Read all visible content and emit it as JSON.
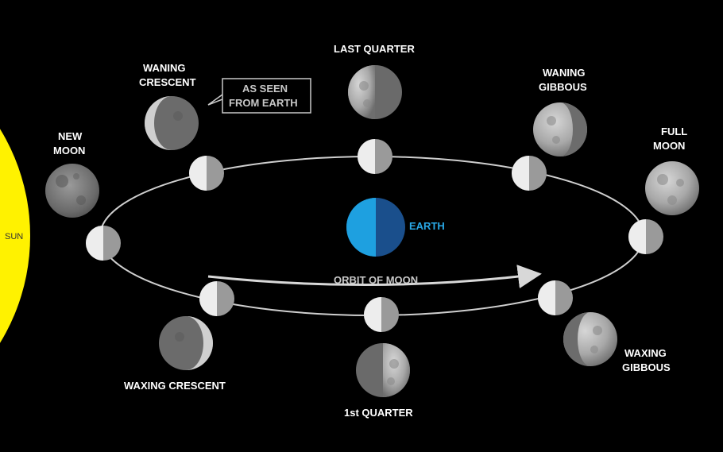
{
  "colors": {
    "background": "#000000",
    "sun": "#fff200",
    "earth_light": "#1ea0e0",
    "earth_dark": "#1a4f8c",
    "earth_label": "#29a8e6",
    "moon_lit": "#ededed",
    "moon_dark": "#9a9a9a",
    "moon_surface": "#a9a9a9",
    "orbit": "#d0d0d0"
  },
  "sun": {
    "label": "SUN"
  },
  "earth": {
    "label": "EARTH"
  },
  "orbit": {
    "label": "ORBIT OF MOON"
  },
  "callout": {
    "line1": "AS SEEN",
    "line2": "FROM EARTH"
  },
  "phases": {
    "new_moon": {
      "line1": "NEW",
      "line2": "MOON"
    },
    "waning_crescent": {
      "line1": "WANING",
      "line2": "CRESCENT"
    },
    "last_quarter": {
      "line1": "LAST QUARTER"
    },
    "waning_gibbous": {
      "line1": "WANING",
      "line2": "GIBBOUS"
    },
    "full_moon": {
      "line1": "FULL",
      "line2": "MOON"
    },
    "waxing_gibbous": {
      "line1": "WAXING",
      "line2": "GIBBOUS"
    },
    "first_quarter": {
      "line1": "1st QUARTER"
    },
    "waxing_crescent": {
      "line1": "WAXING CRESCENT"
    }
  }
}
